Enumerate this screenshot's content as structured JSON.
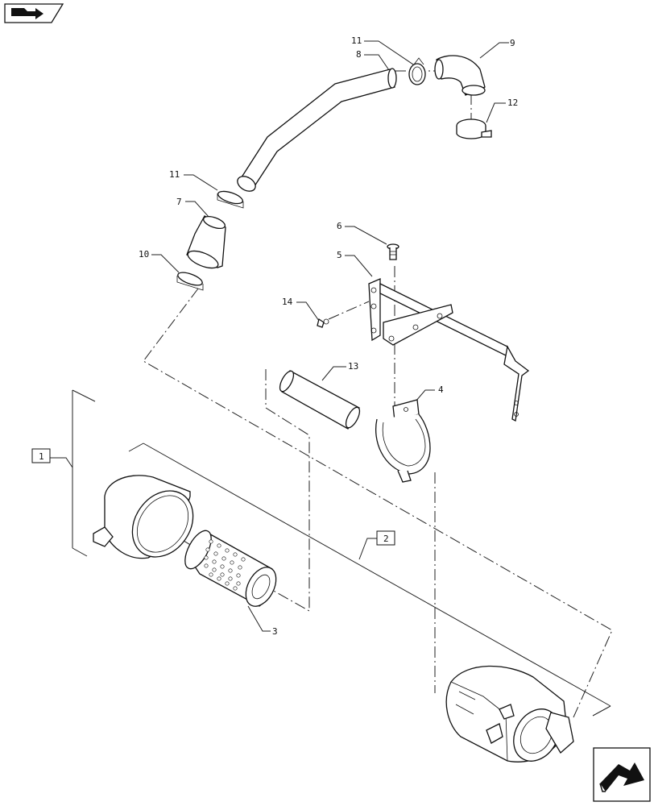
{
  "callouts": {
    "c1": "1",
    "c2": "2",
    "c3": "3",
    "c4": "4",
    "c5": "5",
    "c6": "6",
    "c7": "7",
    "c8": "8",
    "c9": "9",
    "c10": "10",
    "c11a": "11",
    "c11b": "11",
    "c12": "12",
    "c13": "13",
    "c14": "14"
  },
  "icons": {
    "back": "back-arrow-icon",
    "next": "next-arrow-icon"
  }
}
